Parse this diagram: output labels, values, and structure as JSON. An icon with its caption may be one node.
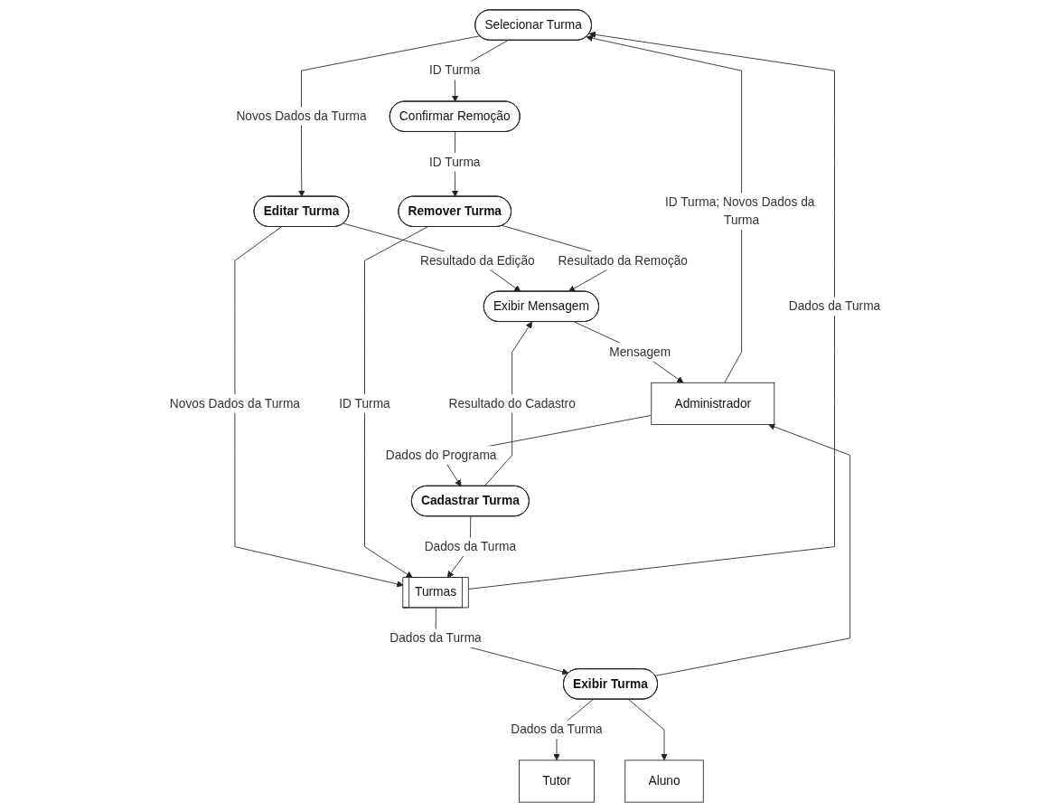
{
  "diagram": {
    "nodes": [
      {
        "text": [
          "Selecionar Turma"
        ]
      },
      {
        "text": [
          "Confirmar Remoção"
        ]
      },
      {
        "text": [
          "Editar Turma"
        ]
      },
      {
        "text": [
          "Remover Turma"
        ]
      },
      {
        "text": [
          "Administrador"
        ]
      },
      {
        "text": [
          "Exibir Mensagem"
        ]
      },
      {
        "text": [
          "Turmas"
        ]
      },
      {
        "text": [
          "Cadastrar Turma"
        ]
      },
      {
        "text": [
          "Tutor"
        ]
      },
      {
        "text": [
          "Aluno"
        ]
      },
      {
        "text": [
          "Exibir Turma"
        ]
      }
    ],
    "edges": [
      {
        "from": 4,
        "to": 0,
        "arrow": "to",
        "label": "ID Turma; Novos Dados da Turma"
      },
      {
        "from": 0,
        "to": 1,
        "arrow": "to",
        "label": "ID Turma"
      },
      {
        "from": 0,
        "to": 2,
        "arrow": "to",
        "label": "Novos Dados da Turma"
      },
      {
        "from": 6,
        "to": 0,
        "arrow": "to",
        "label": "Dados da Turma"
      },
      {
        "from": 1,
        "to": 3,
        "arrow": "to",
        "label": "ID Turma"
      },
      {
        "from": 2,
        "to": 5,
        "arrow": "to",
        "label": "Resultado da Edição"
      },
      {
        "from": 2,
        "to": 6,
        "arrow": "to",
        "label": "Novos Dados da Turma"
      },
      {
        "from": 3,
        "to": 5,
        "arrow": "to",
        "label": "Resultado da Remoção"
      },
      {
        "from": 3,
        "to": 6,
        "arrow": "to",
        "label": "ID Turma"
      },
      {
        "from": 5,
        "to": 4,
        "arrow": "to",
        "label": "Mensagem"
      },
      {
        "from": 4,
        "to": 7,
        "arrow": "to",
        "label": "Dados do Programa"
      },
      {
        "from": 7,
        "to": 5,
        "arrow": "to",
        "label": "Resultado do Cadastro"
      },
      {
        "from": 7,
        "to": 6,
        "arrow": "to",
        "label": "Dados da Turma"
      },
      {
        "from": 6,
        "to": 10,
        "arrow": "to",
        "label": "Dados da Turma"
      },
      {
        "from": 10,
        "to": 4,
        "arrow": "to"
      },
      {
        "from": 10,
        "to": 8,
        "arrow": "to",
        "label": "Dados da Turma"
      },
      {
        "from": 10,
        "to": 9,
        "arrow": "to"
      }
    ]
  }
}
